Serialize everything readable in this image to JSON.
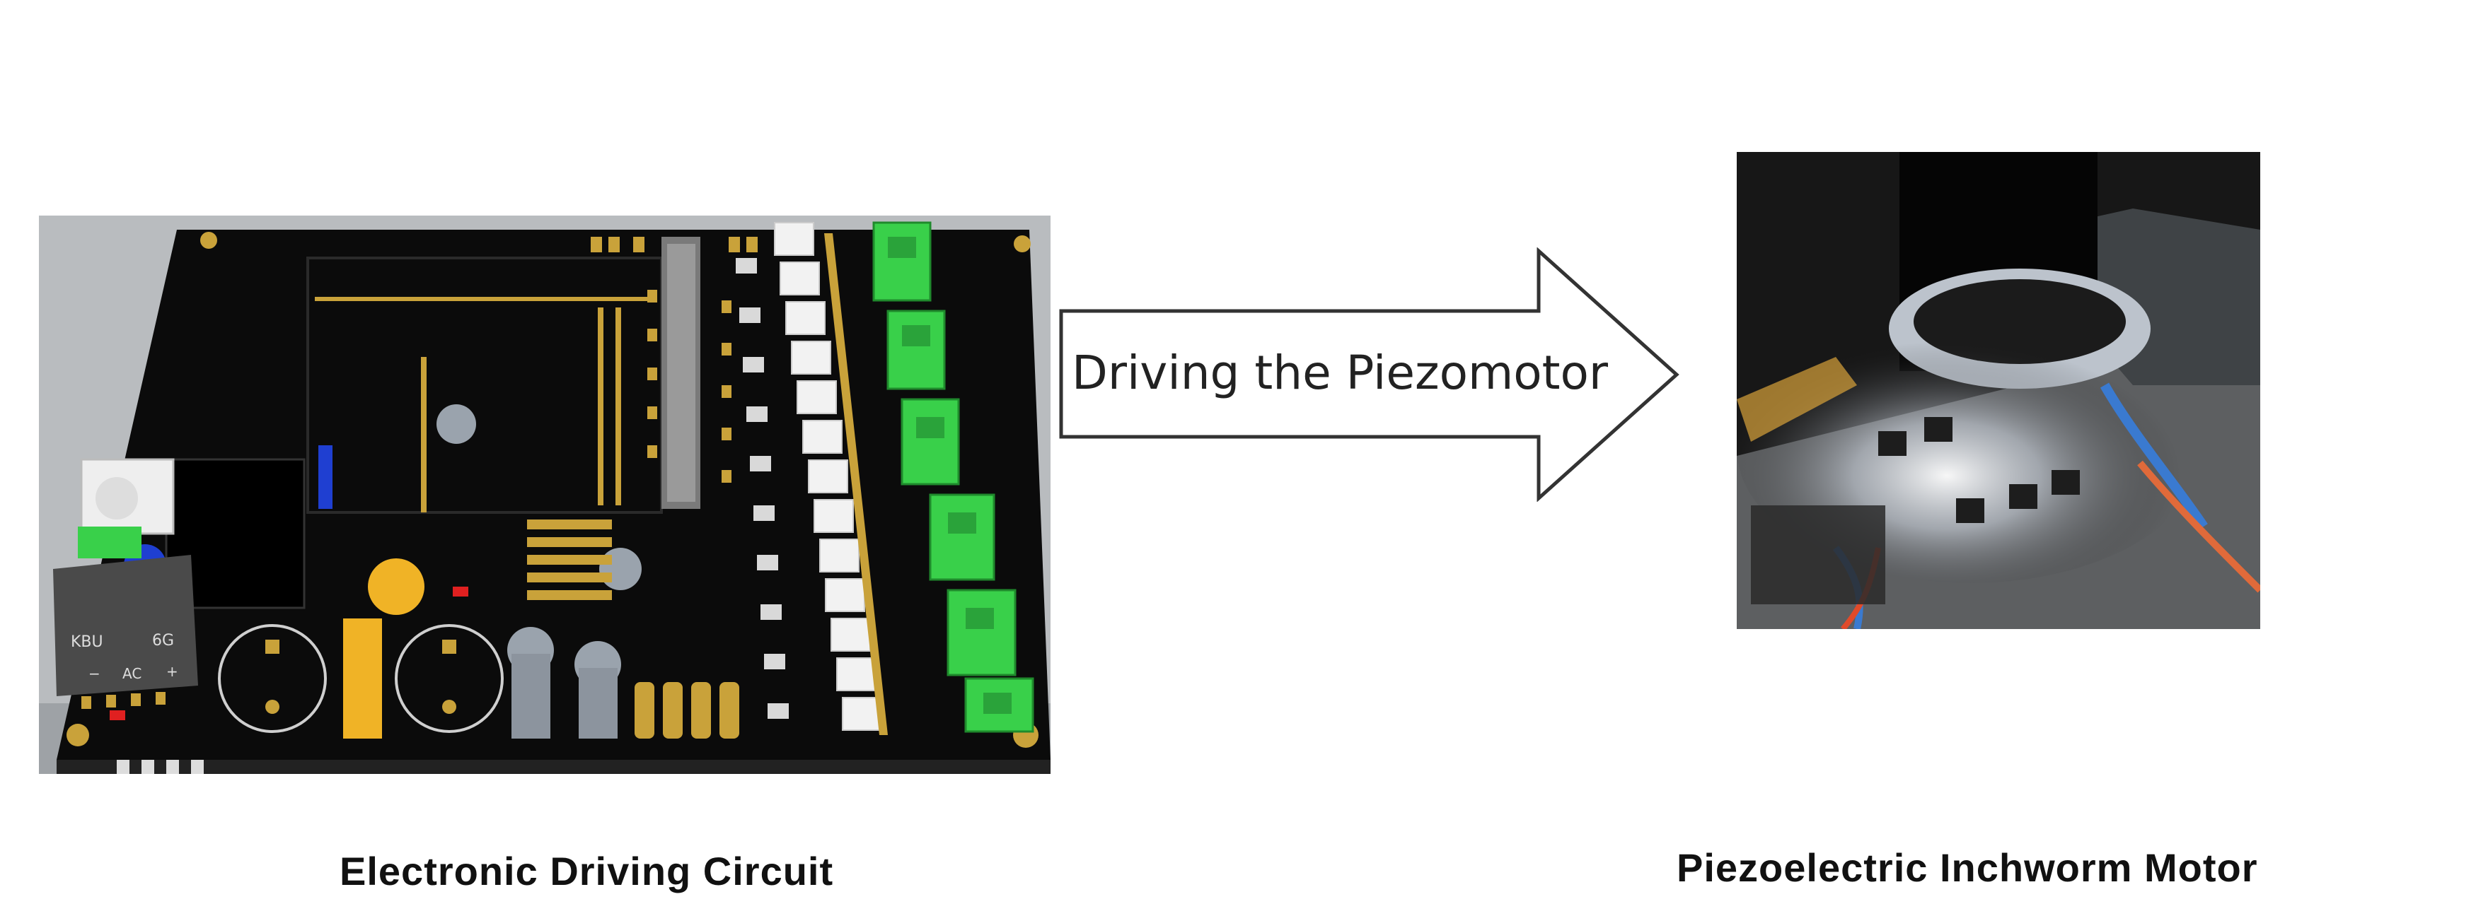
{
  "figure": {
    "arrow_label": "Driving the Piezomotor",
    "left_caption": "Electronic Driving Circuit",
    "right_caption": "Piezoelectric Inchworm Motor"
  },
  "pcb": {
    "bridge_marking_left": "KBU",
    "bridge_marking_right": "6G",
    "bridge_minus": "−",
    "bridge_ac": "AC",
    "bridge_plus": "+"
  },
  "colors": {
    "pcb_board": "#0b0b0b",
    "terminal_green": "#39d04a",
    "pad_gold": "#c9a23a",
    "arrow_stroke": "#333333",
    "background": "#ffffff"
  }
}
